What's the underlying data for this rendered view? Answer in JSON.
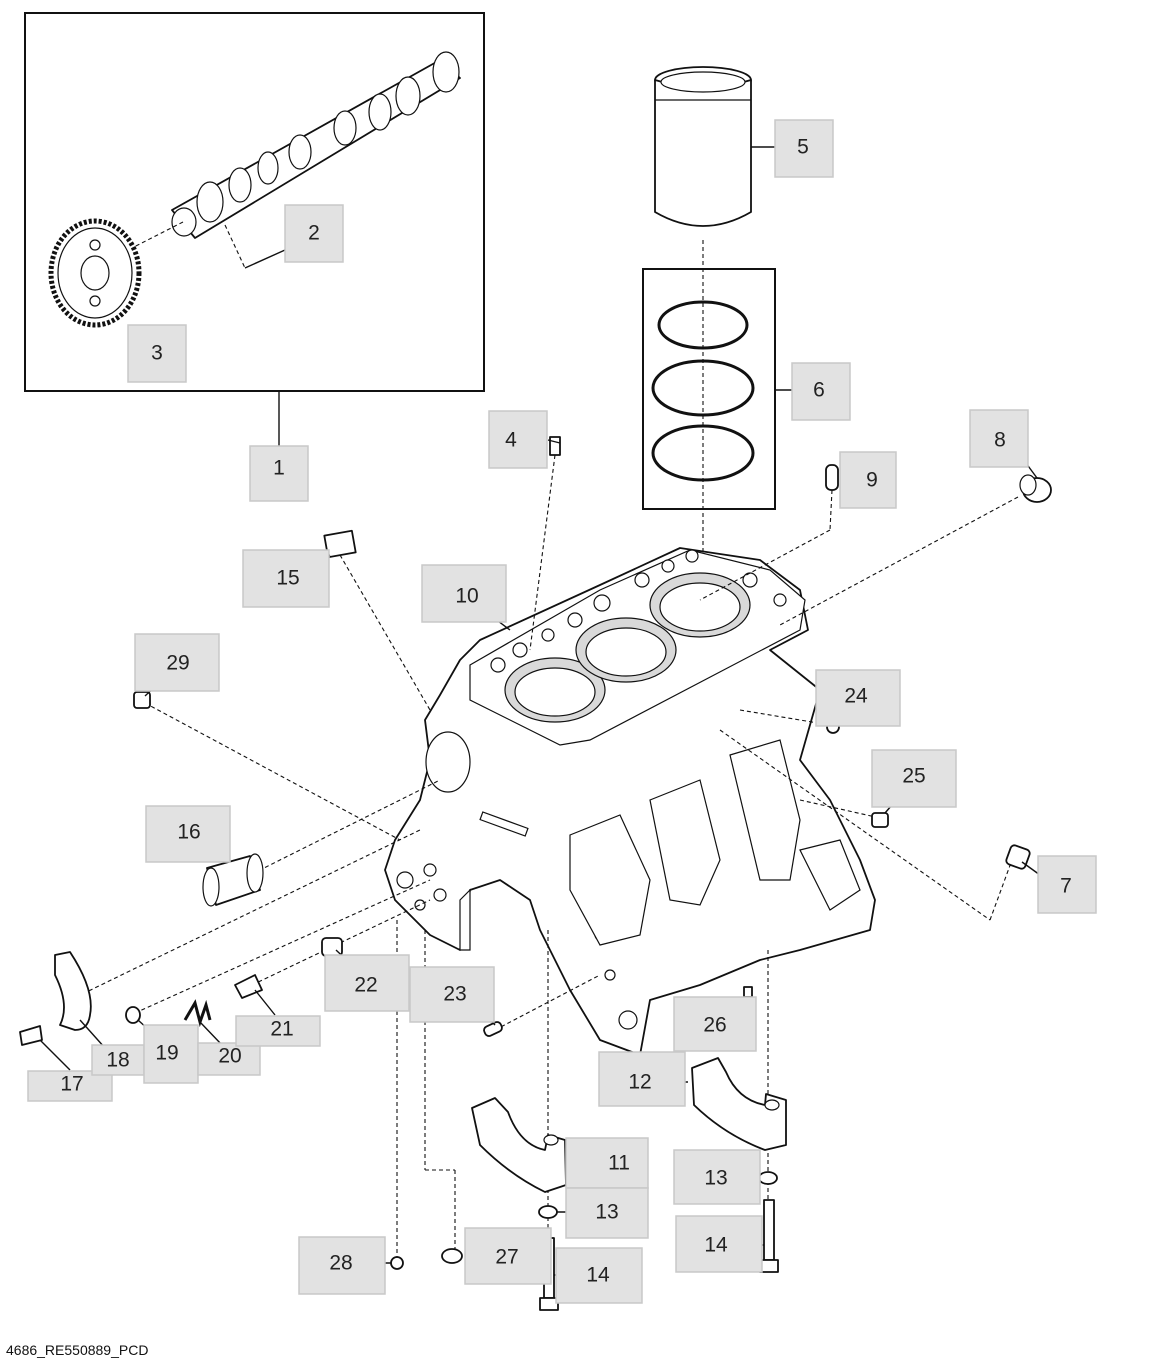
{
  "document_id": "4686_RE550889_PCD",
  "callouts": {
    "c1": "1",
    "c2": "2",
    "c3": "3",
    "c4": "4",
    "c5": "5",
    "c6": "6",
    "c7": "7",
    "c8": "8",
    "c9": "9",
    "c10": "10",
    "c11": "11",
    "c12": "12",
    "c13a": "13",
    "c13b": "13",
    "c14a": "14",
    "c14b": "14",
    "c15": "15",
    "c16": "16",
    "c17": "17",
    "c18": "18",
    "c19": "19",
    "c20": "20",
    "c21": "21",
    "c22": "22",
    "c23": "23",
    "c24": "24",
    "c25": "25",
    "c26": "26",
    "c27": "27",
    "c28": "28",
    "c29": "29"
  },
  "colors": {
    "line": "#111111",
    "callout_fill": "#e2e2e2",
    "background": "#ffffff"
  }
}
